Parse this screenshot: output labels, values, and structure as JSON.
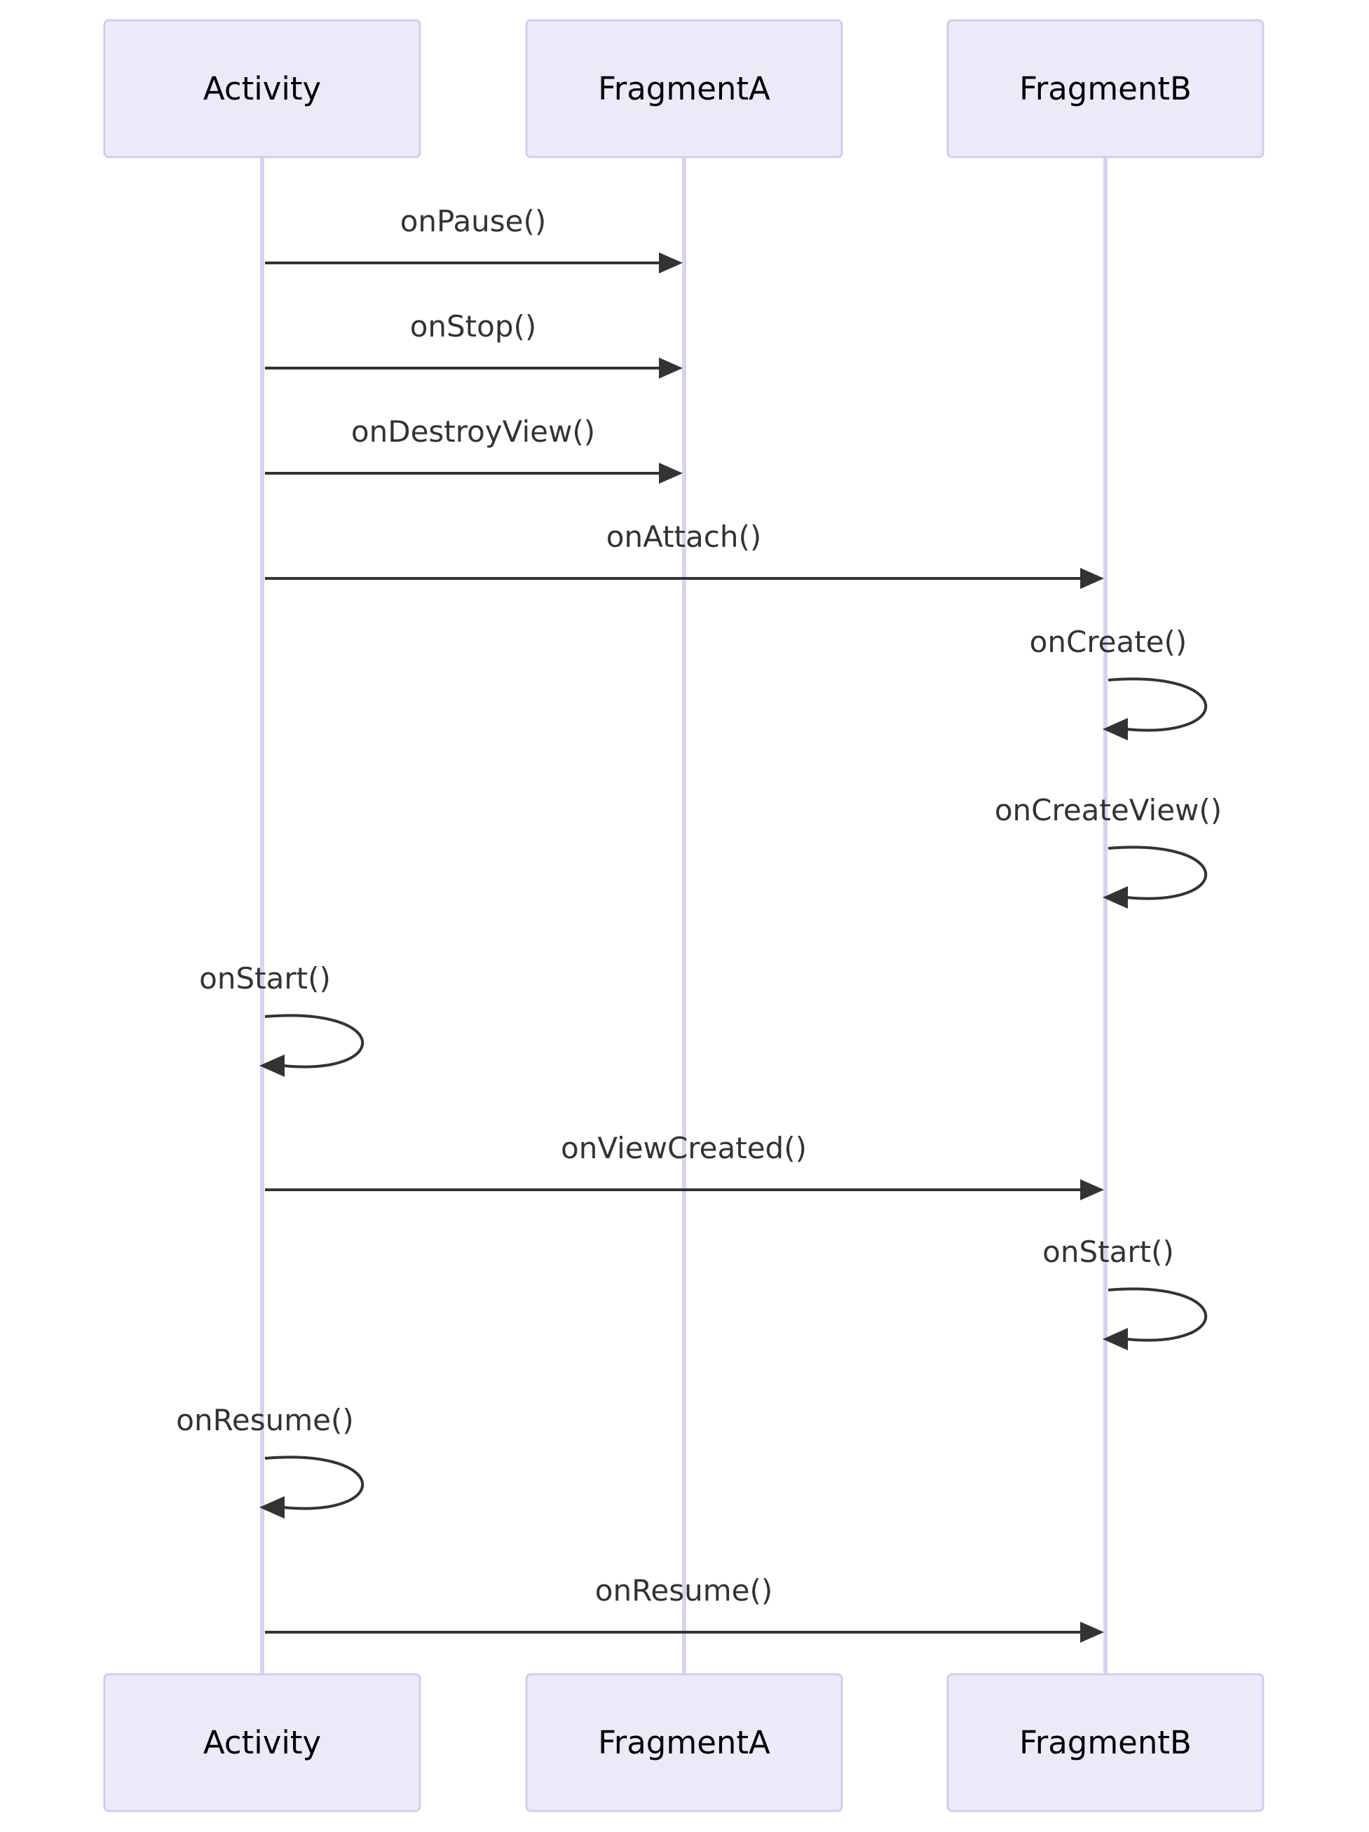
{
  "diagram": {
    "type": "sequence",
    "participants": [
      {
        "id": "activity",
        "label": "Activity"
      },
      {
        "id": "fragmentA",
        "label": "FragmentA"
      },
      {
        "id": "fragmentB",
        "label": "FragmentB"
      }
    ],
    "messages": [
      {
        "from": "activity",
        "to": "fragmentA",
        "label": "onPause()"
      },
      {
        "from": "activity",
        "to": "fragmentA",
        "label": "onStop()"
      },
      {
        "from": "activity",
        "to": "fragmentA",
        "label": "onDestroyView()"
      },
      {
        "from": "activity",
        "to": "fragmentB",
        "label": "onAttach()"
      },
      {
        "from": "fragmentB",
        "to": "fragmentB",
        "label": "onCreate()"
      },
      {
        "from": "fragmentB",
        "to": "fragmentB",
        "label": "onCreateView()"
      },
      {
        "from": "activity",
        "to": "activity",
        "label": "onStart()"
      },
      {
        "from": "activity",
        "to": "fragmentB",
        "label": "onViewCreated()"
      },
      {
        "from": "fragmentB",
        "to": "fragmentB",
        "label": "onStart()"
      },
      {
        "from": "activity",
        "to": "activity",
        "label": "onResume()"
      },
      {
        "from": "activity",
        "to": "fragmentB",
        "label": "onResume()"
      }
    ],
    "colors": {
      "actor_fill": "#eaeaf9",
      "actor_border": "#d2cdf1",
      "lifeline": "#d9d2f2",
      "arrow": "#333333"
    }
  }
}
